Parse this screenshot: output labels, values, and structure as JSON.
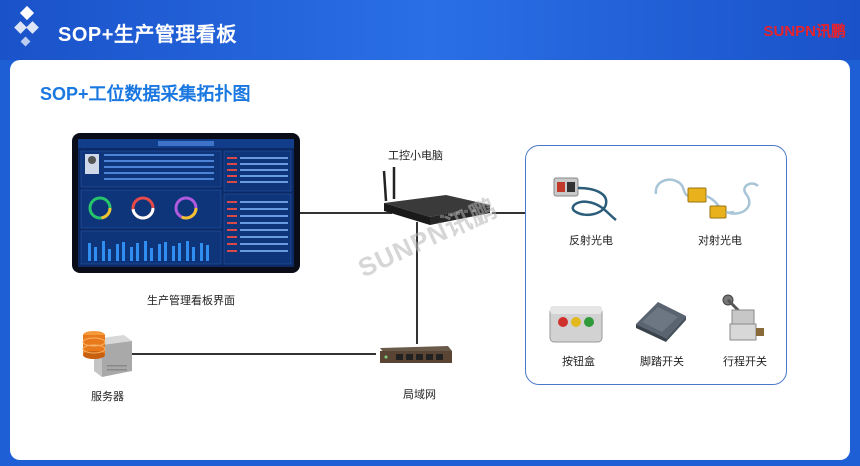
{
  "header": {
    "title": "SOP+生产管理看板",
    "brand": "SUNPN讯鹏"
  },
  "subtitle": "SOP+工位数据采集拓扑图",
  "nodes": {
    "dashboard": "生产管理看板界面",
    "mini_pc": "工控小电脑",
    "server": "服务器",
    "lan": "局域网",
    "reflective_sensor": "反射光电",
    "through_beam_sensor": "对射光电",
    "button_box": "按钮盒",
    "foot_switch": "脚踏开关",
    "travel_switch": "行程开关"
  },
  "watermark": "SUNPN讯鹏",
  "colors": {
    "accent": "#1a78e0",
    "header": "#1e5fd6",
    "brand": "#e8222a",
    "box_border": "#4a78c8"
  }
}
